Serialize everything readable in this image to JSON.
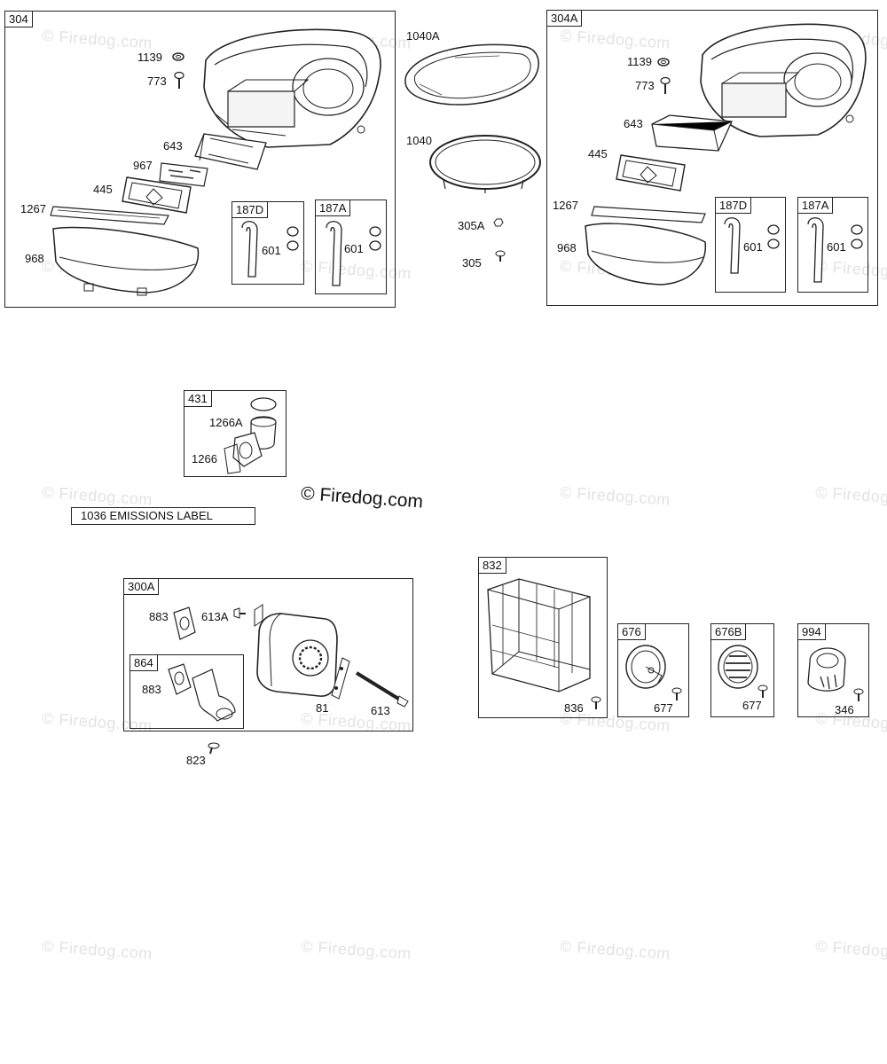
{
  "watermark": "© Firedog.com",
  "emissions_label": "1036 EMISSIONS LABEL",
  "groups": {
    "g304": {
      "tag": "304",
      "labels": {
        "p1139": "1139",
        "p773": "773",
        "p643": "643",
        "p967": "967",
        "p445": "445",
        "p1267": "1267",
        "p968": "968"
      },
      "sub187D": {
        "tag": "187D",
        "p601": "601"
      },
      "sub187A": {
        "tag": "187A",
        "p601": "601"
      }
    },
    "loose_top": {
      "p1040A": "1040A",
      "p1040": "1040",
      "p305A": "305A",
      "p305": "305"
    },
    "g304A": {
      "tag": "304A",
      "labels": {
        "p1139": "1139",
        "p773": "773",
        "p643": "643",
        "p445": "445",
        "p1267": "1267",
        "p968": "968"
      },
      "sub187D": {
        "tag": "187D",
        "p601": "601"
      },
      "sub187A": {
        "tag": "187A",
        "p601": "601"
      }
    },
    "g431": {
      "tag": "431",
      "p1266A": "1266A",
      "p1266": "1266"
    },
    "g300A": {
      "tag": "300A",
      "labels": {
        "p883": "883",
        "p613A": "613A",
        "p81": "81",
        "p613": "613"
      },
      "sub864": {
        "tag": "864",
        "p883": "883"
      }
    },
    "loose_bottom": {
      "p823": "823"
    },
    "g832": {
      "tag": "832",
      "p836": "836"
    },
    "g676": {
      "tag": "676",
      "p677": "677"
    },
    "g676B": {
      "tag": "676B",
      "p677": "677"
    },
    "g994": {
      "tag": "994",
      "p346": "346"
    }
  }
}
